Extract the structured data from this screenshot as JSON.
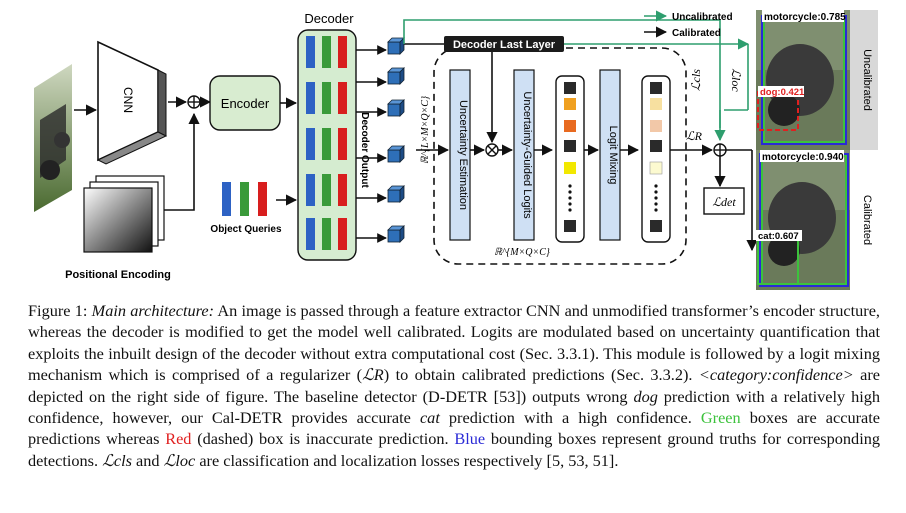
{
  "figure": {
    "cnn_label": "CNN",
    "positional_encoding_label": "Positional Encoding",
    "encoder_label": "Encoder",
    "decoder_label": "Decoder",
    "decoder_output_label": "Decoder Output",
    "object_queries_label": "Object Queries",
    "decoder_last_layer_label": "Decoder Last Layer",
    "uncertainty_estimation_label": "Uncertainty Estimation",
    "uncertainty_guided_logits_label": "Uncertainty-Guided Logits",
    "logit_mixing_label": "Logit Mixing",
    "dim_decoder_out": "ℝ^{L×M×Q×C}",
    "dim_logits": "ℝ^{M×Q×C}",
    "loss_cls": "ℒcls",
    "loss_loc": "ℒloc",
    "loss_r": "ℒR",
    "loss_det": "ℒdet",
    "legend": {
      "uncalibrated": "Uncalibrated",
      "calibrated": "Calibrated",
      "uncalibrated_color": "#2e9e6e",
      "calibrated_color": "#111111"
    },
    "panel_uncalibrated_side": "Uncalibrated",
    "panel_calibrated_side": "Calibrated",
    "det_motorcycle_top": "motorcycle:0.785",
    "det_dog": "dog:0.421",
    "det_motorcycle_bottom": "motorcycle:0.940",
    "det_cat": "cat:0.607",
    "colors": {
      "encoder_fill": "#d8ecd0",
      "decoder_fill": "#d5ecd0",
      "module_fill": "#cfe0f4",
      "cube_fill": "#2e6fb8",
      "query_blue": "#2d62c4",
      "query_green": "#3a9a3a",
      "query_red": "#d81e1e",
      "logit_orange": "#f0a020",
      "logit_red": "#e86a20",
      "logit_yellow": "#f2e800",
      "logit_pale": "#f7e0a0",
      "logit_peach": "#f2c8a8"
    }
  },
  "caption": {
    "fig_label": "Figure 1:",
    "t_main_arch": "Main architecture:",
    "t1": " An image is passed through a feature extractor CNN and unmodified transformer’s encoder structure, whereas the decoder is modified to get the model well calibrated. Logits are modulated based on uncertainty quantification that exploits the inbuilt design of the decoder without extra computational cost (Sec. 3.3.1). This module is followed by a logit mixing mechanism which is comprised of a regularizer (",
    "t_lr": "ℒR",
    "t2": ") to obtain calibrated predictions (Sec. 3.3.2). ",
    "t_catconf": "<category:confidence>",
    "t3": " are depicted on the right side of figure. The baseline detector (D-DETR [53]) outputs wrong ",
    "t_dog": "dog",
    "t4": " prediction with a relatively high confidence, however, our Cal-DETR provides accurate ",
    "t_cat": "cat",
    "t5": " prediction with a high confidence. ",
    "t_green": "Green",
    "t6": " boxes are accurate predictions whereas ",
    "t_red": "Red",
    "t7": " (dashed) box is inaccurate prediction. ",
    "t_blue": "Blue",
    "t8": " bounding boxes represent ground truths for corresponding detections. ",
    "t_lcls": "ℒcls",
    "t9": " and ",
    "t_lloc": "ℒloc",
    "t10": " are classification and localization losses respectively [5, 53, 51]."
  }
}
